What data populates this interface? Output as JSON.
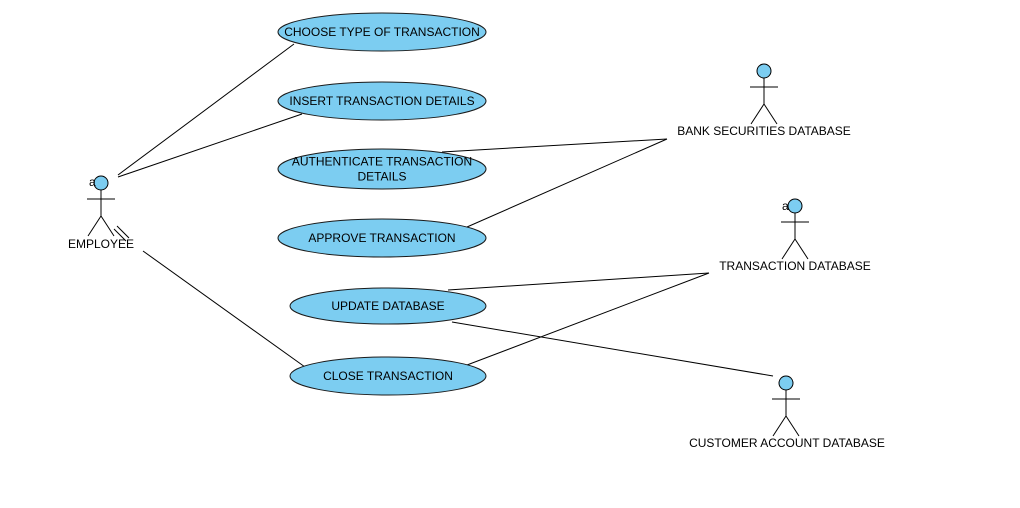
{
  "diagram": {
    "colors": {
      "usecase_fill": "#7ccdf1",
      "stroke": "#000000",
      "background": "#ffffff"
    },
    "usecases": [
      {
        "id": "uc-choose",
        "lines": [
          "CHOOSE TYPE OF TRANSACTION"
        ]
      },
      {
        "id": "uc-insert",
        "lines": [
          "INSERT TRANSACTION DETAILS"
        ]
      },
      {
        "id": "uc-auth",
        "lines": [
          "AUTHENTICATE TRANSACTION",
          "DETAILS"
        ]
      },
      {
        "id": "uc-approve",
        "lines": [
          "APPROVE TRANSACTION"
        ]
      },
      {
        "id": "uc-update",
        "lines": [
          "UPDATE DATABASE"
        ]
      },
      {
        "id": "uc-close",
        "lines": [
          "CLOSE TRANSACTION"
        ]
      }
    ],
    "actors": [
      {
        "id": "act-employee",
        "label": "EMPLOYEE",
        "marker": "a"
      },
      {
        "id": "act-bank",
        "label": "BANK SECURITIES DATABASE",
        "marker": ""
      },
      {
        "id": "act-trans",
        "label": "TRANSACTION DATABASE",
        "marker": "a"
      },
      {
        "id": "act-cust",
        "label": "CUSTOMER ACCOUNT DATABASE",
        "marker": ""
      }
    ]
  }
}
